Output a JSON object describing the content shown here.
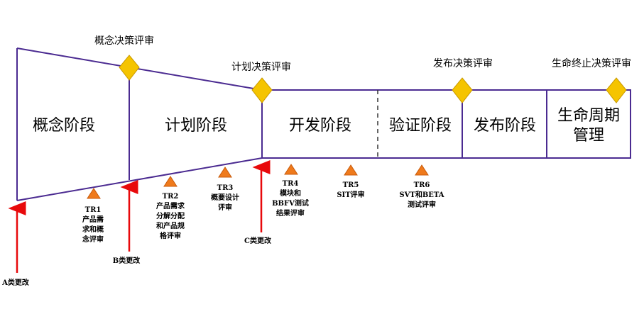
{
  "colors": {
    "outline": "#4b2b91",
    "diamond_fill": "#f5c400",
    "diamond_stroke": "#c99a00",
    "triangle_fill": "#ef7a1c",
    "triangle_stroke": "#c85a0a",
    "arrow": "#e8090b"
  },
  "decisions": {
    "concept": "概念决策评审",
    "plan": "计划决策评审",
    "release": "发布决策评审",
    "eol": "生命终止决策评审"
  },
  "phases": {
    "concept": "概念阶段",
    "plan": "计划阶段",
    "develop": "开发阶段",
    "verify": "验证阶段",
    "release": "发布阶段",
    "lifecycle": [
      "生命周期",
      "管理"
    ]
  },
  "reviews": {
    "tr1": [
      "TR1",
      "产品需",
      "求和概",
      "念评审"
    ],
    "tr2": [
      "TR2",
      "产品需求",
      "分解分配",
      "和产品规",
      "格评审"
    ],
    "tr3": [
      "TR3",
      "概要设计",
      "评审"
    ],
    "tr4": [
      "TR4",
      "模块和",
      "BBFV测试",
      "结果评审"
    ],
    "tr5": [
      "TR5",
      "SIT评审"
    ],
    "tr6": [
      "TR6",
      "SVT和BETA",
      "测试评审"
    ]
  },
  "changes": {
    "a": "A类更改",
    "b": "B类更改",
    "c": "C类更改"
  }
}
